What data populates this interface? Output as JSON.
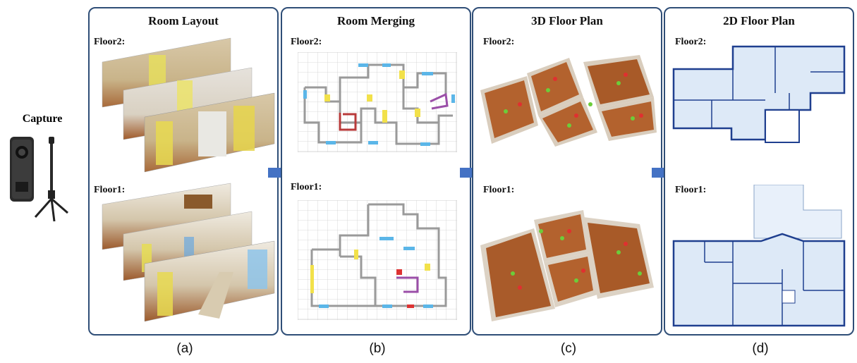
{
  "capture": {
    "label": "Capture"
  },
  "panels": [
    {
      "title": "Room Layout",
      "floor_top": "Floor2:",
      "floor_bottom": "Floor1:",
      "caption": "(a)"
    },
    {
      "title": "Room Merging",
      "floor_top": "Floor2:",
      "floor_bottom": "Floor1:",
      "caption": "(b)"
    },
    {
      "title": "3D Floor Plan",
      "floor_top": "Floor2:",
      "floor_bottom": "Floor1:",
      "caption": "(c)"
    },
    {
      "title": "2D Floor Plan",
      "floor_top": "Floor2:",
      "floor_bottom": "Floor1:",
      "caption": "(d)"
    }
  ],
  "colors": {
    "border": "#2f4e77",
    "arrow": "#4472c4",
    "door": "#5bb6e8",
    "window": "#f2e14a",
    "wall": "#9a9a9a",
    "plan_fill": "#dde9f7",
    "plan_line": "#1f3f8f",
    "floor_wood": "#b3622e"
  }
}
